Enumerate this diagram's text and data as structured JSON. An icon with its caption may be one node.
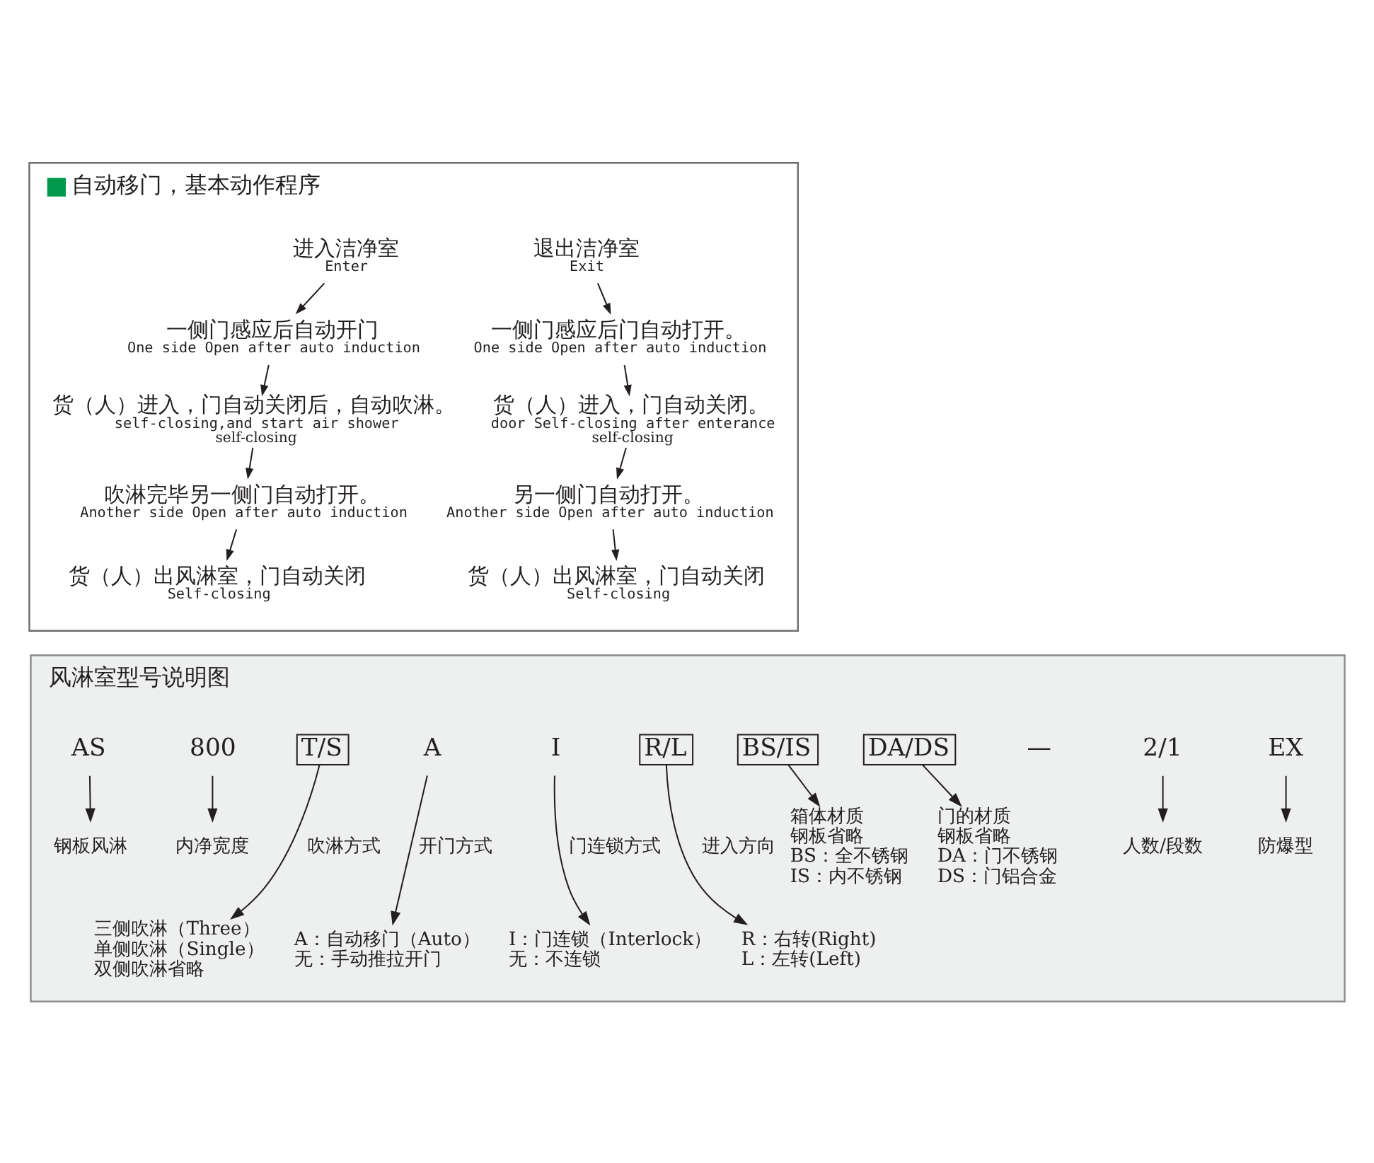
{
  "diagram": {
    "nodes": [
      {
        "text": [
          "自动移门，基本动作程序"
        ]
      },
      {
        "text": [
          "进入洁净室",
          "Enter"
        ],
        "in": 0
      },
      {
        "text": [
          "一侧门感应后自动开门",
          "One side Open after auto induction"
        ],
        "in": 0
      },
      {
        "text": [
          "货（人）进入，门自动关闭后，自动吹淋。",
          "self-closing,and start air shower",
          "self-closing"
        ],
        "in": 0
      },
      {
        "text": [
          "吹淋完毕另一侧门自动打开。",
          "Another side Open after auto induction"
        ],
        "in": 0
      },
      {
        "text": [
          "货（人）出风淋室，门自动关闭",
          "Self-closing"
        ],
        "in": 0
      },
      {
        "text": [
          "退出洁净室",
          "Exit"
        ],
        "in": 0
      },
      {
        "text": [
          "一侧门感应后门自动打开。",
          "One side Open after auto induction"
        ],
        "in": 0
      },
      {
        "text": [
          "货（人）进入，门自动关闭。",
          "door Self-closing after enterance",
          "self-closing"
        ],
        "in": 0
      },
      {
        "text": [
          "另一侧门自动打开。",
          "Another side Open after auto induction"
        ],
        "in": 0
      },
      {
        "text": [
          "货（人）出风淋室，门自动关闭",
          "Self-closing"
        ],
        "in": 0
      },
      {
        "text": [
          "风淋室型号说明图"
        ]
      },
      {
        "text": [
          "AS"
        ],
        "in": 11
      },
      {
        "text": [
          "800"
        ],
        "in": 11
      },
      {
        "text": [
          "T/S"
        ],
        "in": 11
      },
      {
        "text": [
          "A"
        ],
        "in": 11
      },
      {
        "text": [
          "I"
        ],
        "in": 11
      },
      {
        "text": [
          "R/L"
        ],
        "in": 11
      },
      {
        "text": [
          "BS/IS"
        ],
        "in": 11
      },
      {
        "text": [
          "DA/DS"
        ],
        "in": 11
      },
      {
        "text": [
          "2/1"
        ],
        "in": 11
      },
      {
        "text": [
          "EX"
        ],
        "in": 11
      },
      {
        "text": [
          "钢板风淋"
        ],
        "in": 11
      },
      {
        "text": [
          "内净宽度"
        ],
        "in": 11
      },
      {
        "text": [
          "箱体材质",
          "钢板省略",
          "BS：全不锈钢",
          "IS：内不锈钢"
        ],
        "in": 11
      },
      {
        "text": [
          "门的材质",
          "钢板省略",
          "DA：门不锈钢",
          "DS：门铝合金"
        ],
        "in": 11
      },
      {
        "text": [
          "人数/段数"
        ],
        "in": 11
      },
      {
        "text": [
          "防爆型"
        ],
        "in": 11
      },
      {
        "text": [
          "三侧吹淋（Three）",
          "单侧吹淋（Single）",
          "双侧吹淋省略"
        ],
        "in": 11
      },
      {
        "text": [
          "A：自动移门（Auto）",
          "无：手动推拉开门"
        ],
        "in": 11
      },
      {
        "text": [
          "R：右转(Right)",
          "L：左转(Left)"
        ],
        "in": 11
      },
      {
        "text": [
          "I：门连锁（Interlock）",
          "无：不连锁"
        ],
        "in": 11
      }
    ],
    "edges": [
      {
        "from": 1,
        "to": 2,
        "arrow": "to"
      },
      {
        "from": 2,
        "to": 3,
        "arrow": "to"
      },
      {
        "from": 3,
        "to": 4,
        "arrow": "to"
      },
      {
        "from": 4,
        "to": 5,
        "arrow": "to"
      },
      {
        "from": 6,
        "to": 7,
        "arrow": "to"
      },
      {
        "from": 7,
        "to": 8,
        "arrow": "to"
      },
      {
        "from": 8,
        "to": 9,
        "arrow": "to"
      },
      {
        "from": 9,
        "to": 10,
        "arrow": "to"
      },
      {
        "from": 12,
        "to": 22,
        "arrow": "to"
      },
      {
        "from": 13,
        "to": 23,
        "arrow": "to"
      },
      {
        "from": 14,
        "to": 28,
        "arrow": "to",
        "label": "吹淋方式"
      },
      {
        "from": 15,
        "to": 29,
        "arrow": "to",
        "label": "开门方式"
      },
      {
        "from": 16,
        "to": 31,
        "arrow": "to",
        "label": "门连锁方式"
      },
      {
        "from": 17,
        "to": 30,
        "arrow": "to",
        "label": "进入方向"
      },
      {
        "from": 18,
        "to": 24,
        "arrow": "to"
      },
      {
        "from": 19,
        "to": 25,
        "arrow": "to"
      },
      {
        "from": 20,
        "to": 26,
        "arrow": "to"
      },
      {
        "from": 21,
        "to": 27,
        "arrow": "to"
      }
    ],
    "labels": [
      "—"
    ]
  }
}
